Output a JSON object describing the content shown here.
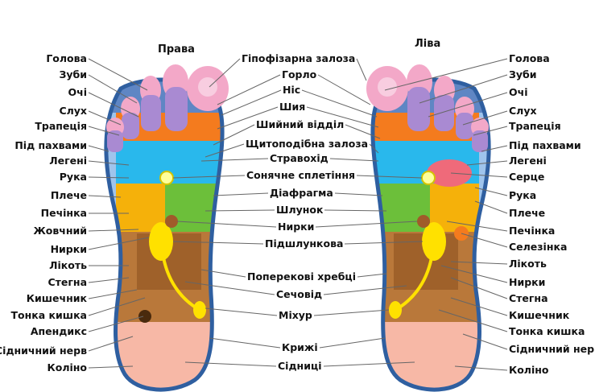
{
  "titles": {
    "right_foot": "Права",
    "left_foot": "Ліва"
  },
  "labels_left_edge": [
    "Голова",
    "Зуби",
    "Очі",
    "Слух",
    "Трапеція",
    "Під пахвами",
    "Легені",
    "Рука",
    "Плече",
    "Печінка",
    "Жовчний",
    "Нирки",
    "Лікоть",
    "Стегна",
    "Кишечник",
    "Тонка кишка",
    "Апендикс",
    "Сідничний нерв",
    "Коліно"
  ],
  "labels_center": [
    "Гіпофізарна залоза",
    "Горло",
    "Ніс",
    "Шия",
    "Шийний відділ",
    "Щитоподібна залоза",
    "Стравохід",
    "Сонячне сплетіння",
    "Діафрагма",
    "Шлунок",
    "Нирки",
    "Підшлункова",
    "Поперекові хребці",
    "Сечовід",
    "Міхур",
    "Крижі",
    "Сідниці"
  ],
  "labels_right_edge": [
    "Голова",
    "Зуби",
    "Очі",
    "Слух",
    "Трапеція",
    "Під пахвами",
    "Легені",
    "Серце",
    "Рука",
    "Плече",
    "Печінка",
    "Селезінка",
    "Лікоть",
    "Нирки",
    "Стегна",
    "Кишечник",
    "Тонка кишка",
    "Сідничний нерв",
    "Коліно"
  ],
  "colors": {
    "outline": "#2f5fa0",
    "toe_pink": "#f3a8c8",
    "toe_purple": "#a98ad2",
    "orange": "#f47b1e",
    "cyan": "#29b8ec",
    "green": "#6cbf3a",
    "yellow": "#ffe100",
    "amber": "#f5b10a",
    "brown": "#b9783a",
    "dark_brown": "#8a4e1d",
    "heel": "#f7b8a6",
    "heart": "#ef6a7a",
    "light_blue": "#9fc4ec",
    "lines": "#666666"
  }
}
